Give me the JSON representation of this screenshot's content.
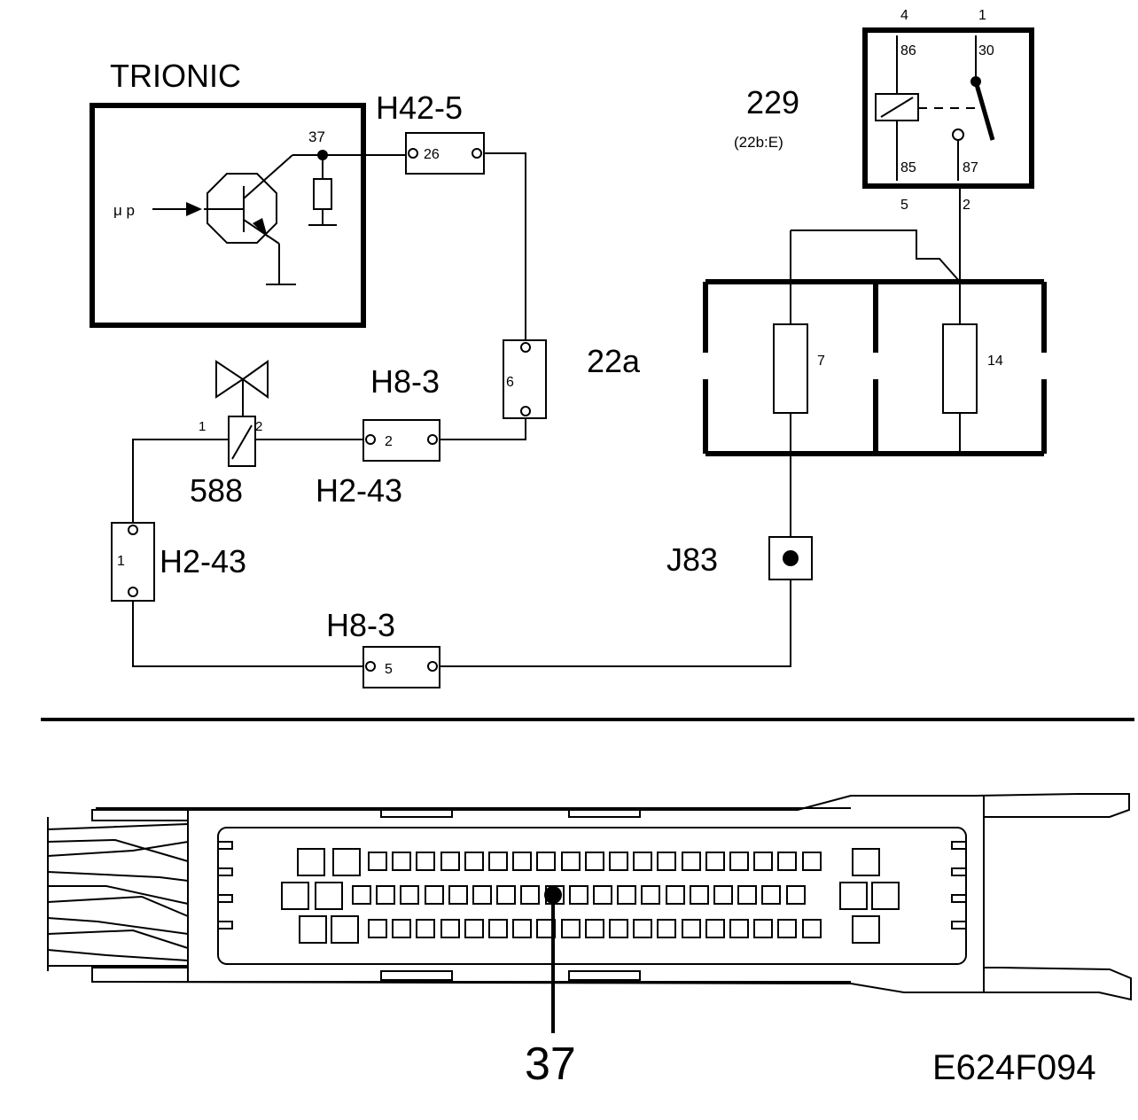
{
  "trionic": {
    "title": "TRIONIC",
    "input_label": "μ p",
    "pin": "37"
  },
  "connectors": {
    "h42_5": {
      "label": "H42-5",
      "pin": "26"
    },
    "box6": {
      "pin": "6"
    },
    "h8_3_top": {
      "label": "H8-3",
      "pin": "2"
    },
    "h2_43_top": {
      "label": "H2-43"
    },
    "h2_43_left": {
      "label": "H2-43",
      "pin": "1"
    },
    "h8_3_bottom": {
      "label": "H8-3",
      "pin": "5"
    }
  },
  "valve": {
    "id": "588",
    "pin1": "1",
    "pin2": "2"
  },
  "relay": {
    "id": "229",
    "location": "(22b:E)",
    "terminals": {
      "t86": "86",
      "t30": "30",
      "t85": "85",
      "t87": "87"
    },
    "pins": {
      "p4": "4",
      "p1": "1",
      "p5": "5",
      "p2": "2"
    }
  },
  "fusebox": {
    "id": "22a",
    "fuse_left": "7",
    "fuse_right": "14"
  },
  "junction": {
    "id": "J83"
  },
  "ecu_connector": {
    "callout": "37"
  },
  "figure_code": "E624F094"
}
